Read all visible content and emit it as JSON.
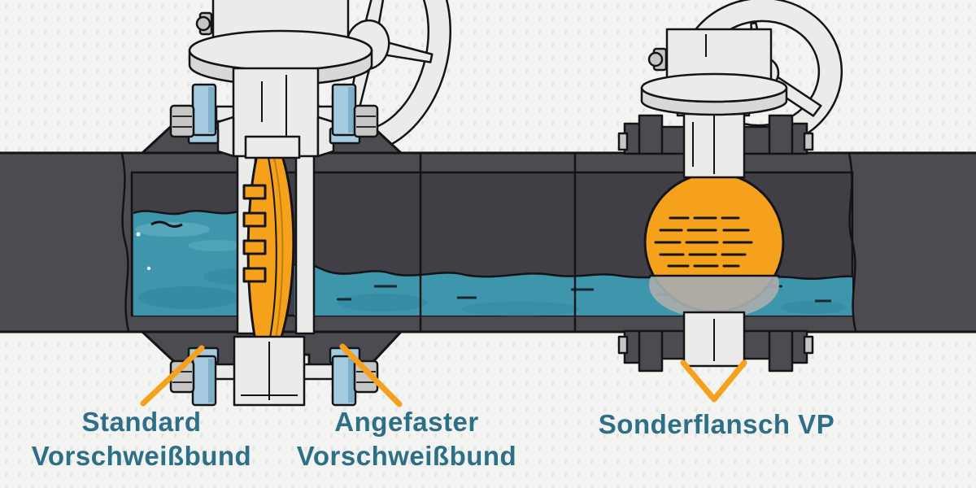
{
  "illustration": {
    "labels": {
      "standard": {
        "line1": "Standard",
        "line2": "Vorschweißbund"
      },
      "angefaster": {
        "line1": "Angefaster",
        "line2": "Vorschweißbund"
      },
      "sonderflansch": {
        "line1": "Sonderflansch VP"
      }
    },
    "palette": {
      "background": "#f3f3f1",
      "dot": "#e4e4e2",
      "pipe_dark": "#4b4b50",
      "pipe_inner": "#3f3f45",
      "outline": "#141418",
      "water": "#3d96ac",
      "water_light": "#6ab6c5",
      "water_dark": "#2e8099",
      "metal_light": "#ebebe9",
      "metal_shade": "#d8d8d6",
      "collar_blue": "#a5cbe0",
      "collar_blue_dark": "#7fafc8",
      "accent_orange": "#f5a11c",
      "orange_dark": "#c07c10",
      "submerged_grey": "#a8acae",
      "label_teal": "#2e6f88",
      "bolt_grey": "#c6c6c4"
    }
  }
}
